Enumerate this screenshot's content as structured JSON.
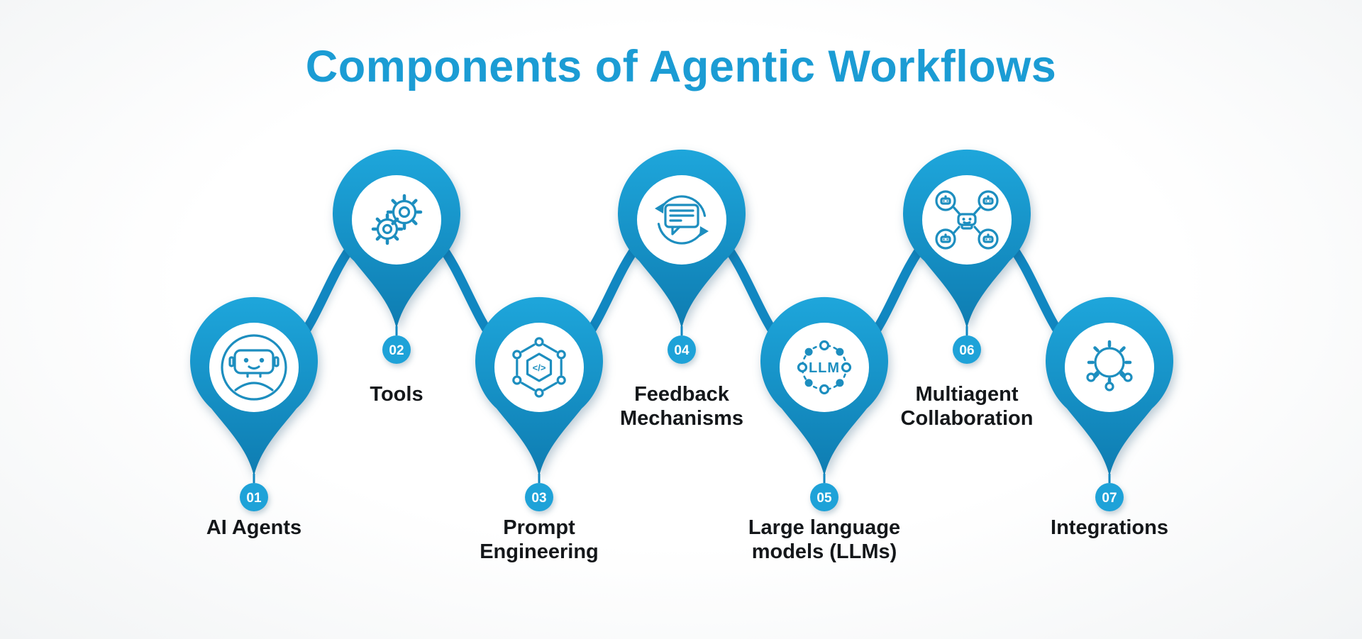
{
  "title": "Components of Agentic Workflows",
  "colors": {
    "accent": "#1187c1",
    "accentLight": "#1ea2d8",
    "pinTop": "#1ea6db",
    "pinBottom": "#0e7cb1",
    "icon": "#1d8ebf",
    "title": "#1b9cd4",
    "label": "#14171a",
    "badgeText": "#ffffff",
    "background": "#f2f4f5",
    "white": "#ffffff"
  },
  "pins": [
    {
      "number": "01",
      "label": "AI Agents",
      "icon": "robot-icon"
    },
    {
      "number": "02",
      "label": "Tools",
      "icon": "gears-icon"
    },
    {
      "number": "03",
      "label": "Prompt\nEngineering",
      "icon": "hexagon-code-icon",
      "icon_text": "</>"
    },
    {
      "number": "04",
      "label": "Feedback\nMechanisms",
      "icon": "chat-refresh-icon"
    },
    {
      "number": "05",
      "label": "Large language\nmodels (LLMs)",
      "icon": "llm-nodes-icon",
      "icon_text": "LLM"
    },
    {
      "number": "06",
      "label": "Multiagent\nCollaboration",
      "icon": "multiagent-robots-icon"
    },
    {
      "number": "07",
      "label": "Integrations",
      "icon": "gear-network-icon"
    }
  ]
}
